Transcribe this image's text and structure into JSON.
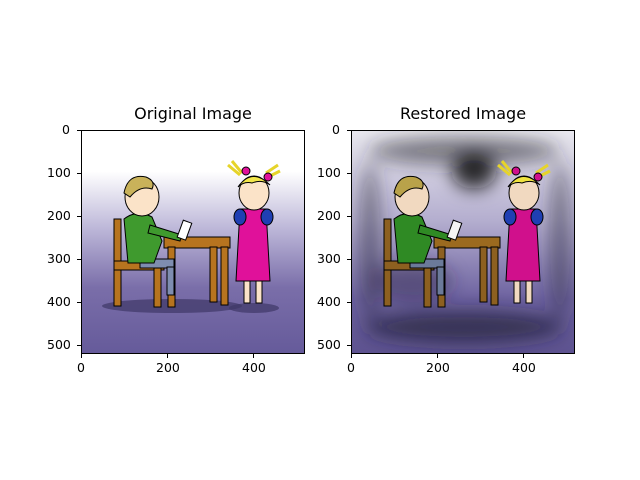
{
  "panels": [
    {
      "title": "Original Image",
      "x_ticks": [
        "0",
        "200",
        "400"
      ],
      "y_ticks": [
        "0",
        "100",
        "200",
        "300",
        "400",
        "500"
      ]
    },
    {
      "title": "Restored Image",
      "x_ticks": [
        "0",
        "200",
        "400"
      ],
      "y_ticks": [
        "0",
        "100",
        "200",
        "300",
        "400",
        "500"
      ]
    }
  ],
  "colors": {
    "background_top": "#ffffff",
    "background_bottom": "#6a5d9c",
    "boy_shirt": "#3f9a2e",
    "girl_dress": "#e0119a",
    "girl_sleeves": "#1f3fb3",
    "wood": "#b7741f",
    "hair": "#f2e64a"
  }
}
